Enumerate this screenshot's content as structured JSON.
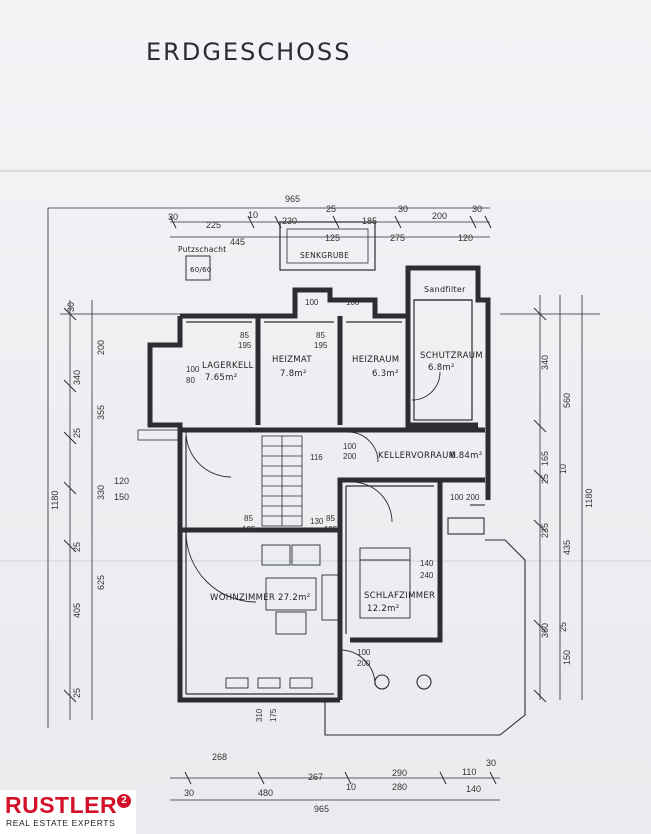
{
  "title": "ERDGESCHOSS",
  "plan": {
    "rooms": [
      {
        "key": "lagerkeller",
        "name": "LAGERKELL",
        "area": "7.65m²"
      },
      {
        "key": "heizmat",
        "name": "HEIZMAT",
        "area": "7.8m²"
      },
      {
        "key": "heizraum",
        "name": "HEIZRAUM",
        "area": "6.3m²"
      },
      {
        "key": "schutzraum",
        "name": "SCHUTZRAUM",
        "area": "6.8m²"
      },
      {
        "key": "kellervorraum",
        "name": "KELLERVORRAUM",
        "area": "6.84m²"
      },
      {
        "key": "wohnzimmer",
        "name": "WOHNZIMMER",
        "area": "27.2m²"
      },
      {
        "key": "schlafzimmer",
        "name": "SCHLAFZIMMER",
        "area": "12.2m²"
      }
    ],
    "labels": {
      "senkgrube": "SENKGRUBE",
      "sandfilter": "Sandfilter",
      "putzschacht": "Putzschacht",
      "putzschacht_size": "60/60"
    },
    "dimensions": {
      "top_total": "965",
      "top_row1": [
        "30",
        "225",
        "10",
        "230",
        "25",
        "185",
        "30",
        "200",
        "30"
      ],
      "top_row2": [
        "445",
        "125",
        "275",
        "120"
      ],
      "bottom_row1": [
        "268",
        "267",
        "290",
        "110",
        "30"
      ],
      "bottom_row2": [
        "30",
        "480",
        "10",
        "280",
        "140"
      ],
      "bottom_total": "965",
      "left_total": "1180",
      "left_segs": [
        "30",
        "200",
        "340",
        "25",
        "355",
        "120",
        "150",
        "330",
        "25",
        "625",
        "405",
        "25"
      ],
      "right_segs": [
        "340",
        "560",
        "165",
        "25",
        "10",
        "1180",
        "235",
        "435",
        "360",
        "25",
        "150"
      ],
      "doors": [
        "85",
        "195",
        "85",
        "195",
        "100",
        "80",
        "100",
        "200",
        "85",
        "195",
        "85",
        "195",
        "116",
        "130",
        "100",
        "200",
        "140",
        "240",
        "100",
        "200",
        "100",
        "100",
        "310",
        "175"
      ]
    }
  },
  "brand": {
    "name": "RUSTLER",
    "badge": "2",
    "tagline": "REAL ESTATE EXPERTS",
    "color": "#d2102a"
  }
}
